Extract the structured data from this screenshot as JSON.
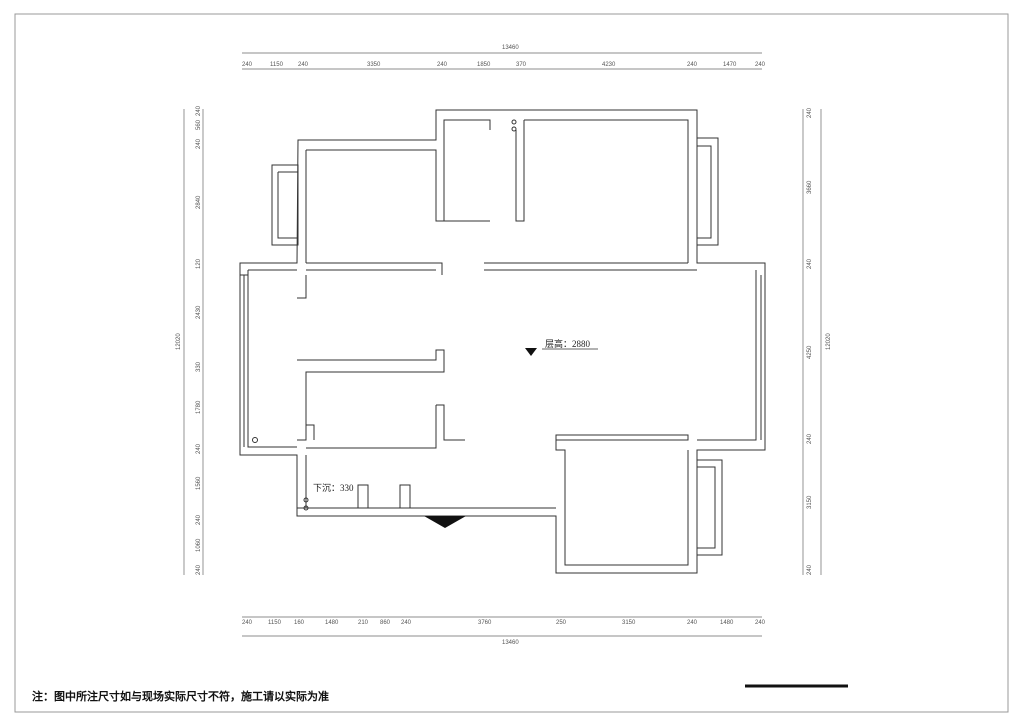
{
  "dimensions": {
    "top_total": "13460",
    "top": [
      "240",
      "1150",
      "240",
      "3350",
      "240",
      "1850",
      "370",
      "4230",
      "240",
      "1470",
      "240"
    ],
    "bottom": [
      "240",
      "1150",
      "160",
      "1480",
      "210",
      "860",
      "240",
      "3760",
      "250",
      "3150",
      "240",
      "1480",
      "240"
    ],
    "bottom_total": "13460",
    "left_total": "12020",
    "left": [
      "240",
      "560",
      "240",
      "2840",
      "120",
      "2430",
      "330",
      "1780",
      "240",
      "1560",
      "240",
      "1060",
      "240"
    ],
    "right_total": "12020",
    "right": [
      "240",
      "3660",
      "240",
      "4250",
      "240",
      "3150",
      "240"
    ]
  },
  "labels": {
    "floor_height": "层高：2880",
    "sunken": "下沉：330"
  },
  "note": "注：图中所注尺寸如与现场实际尺寸不符，施工请以实际为准"
}
